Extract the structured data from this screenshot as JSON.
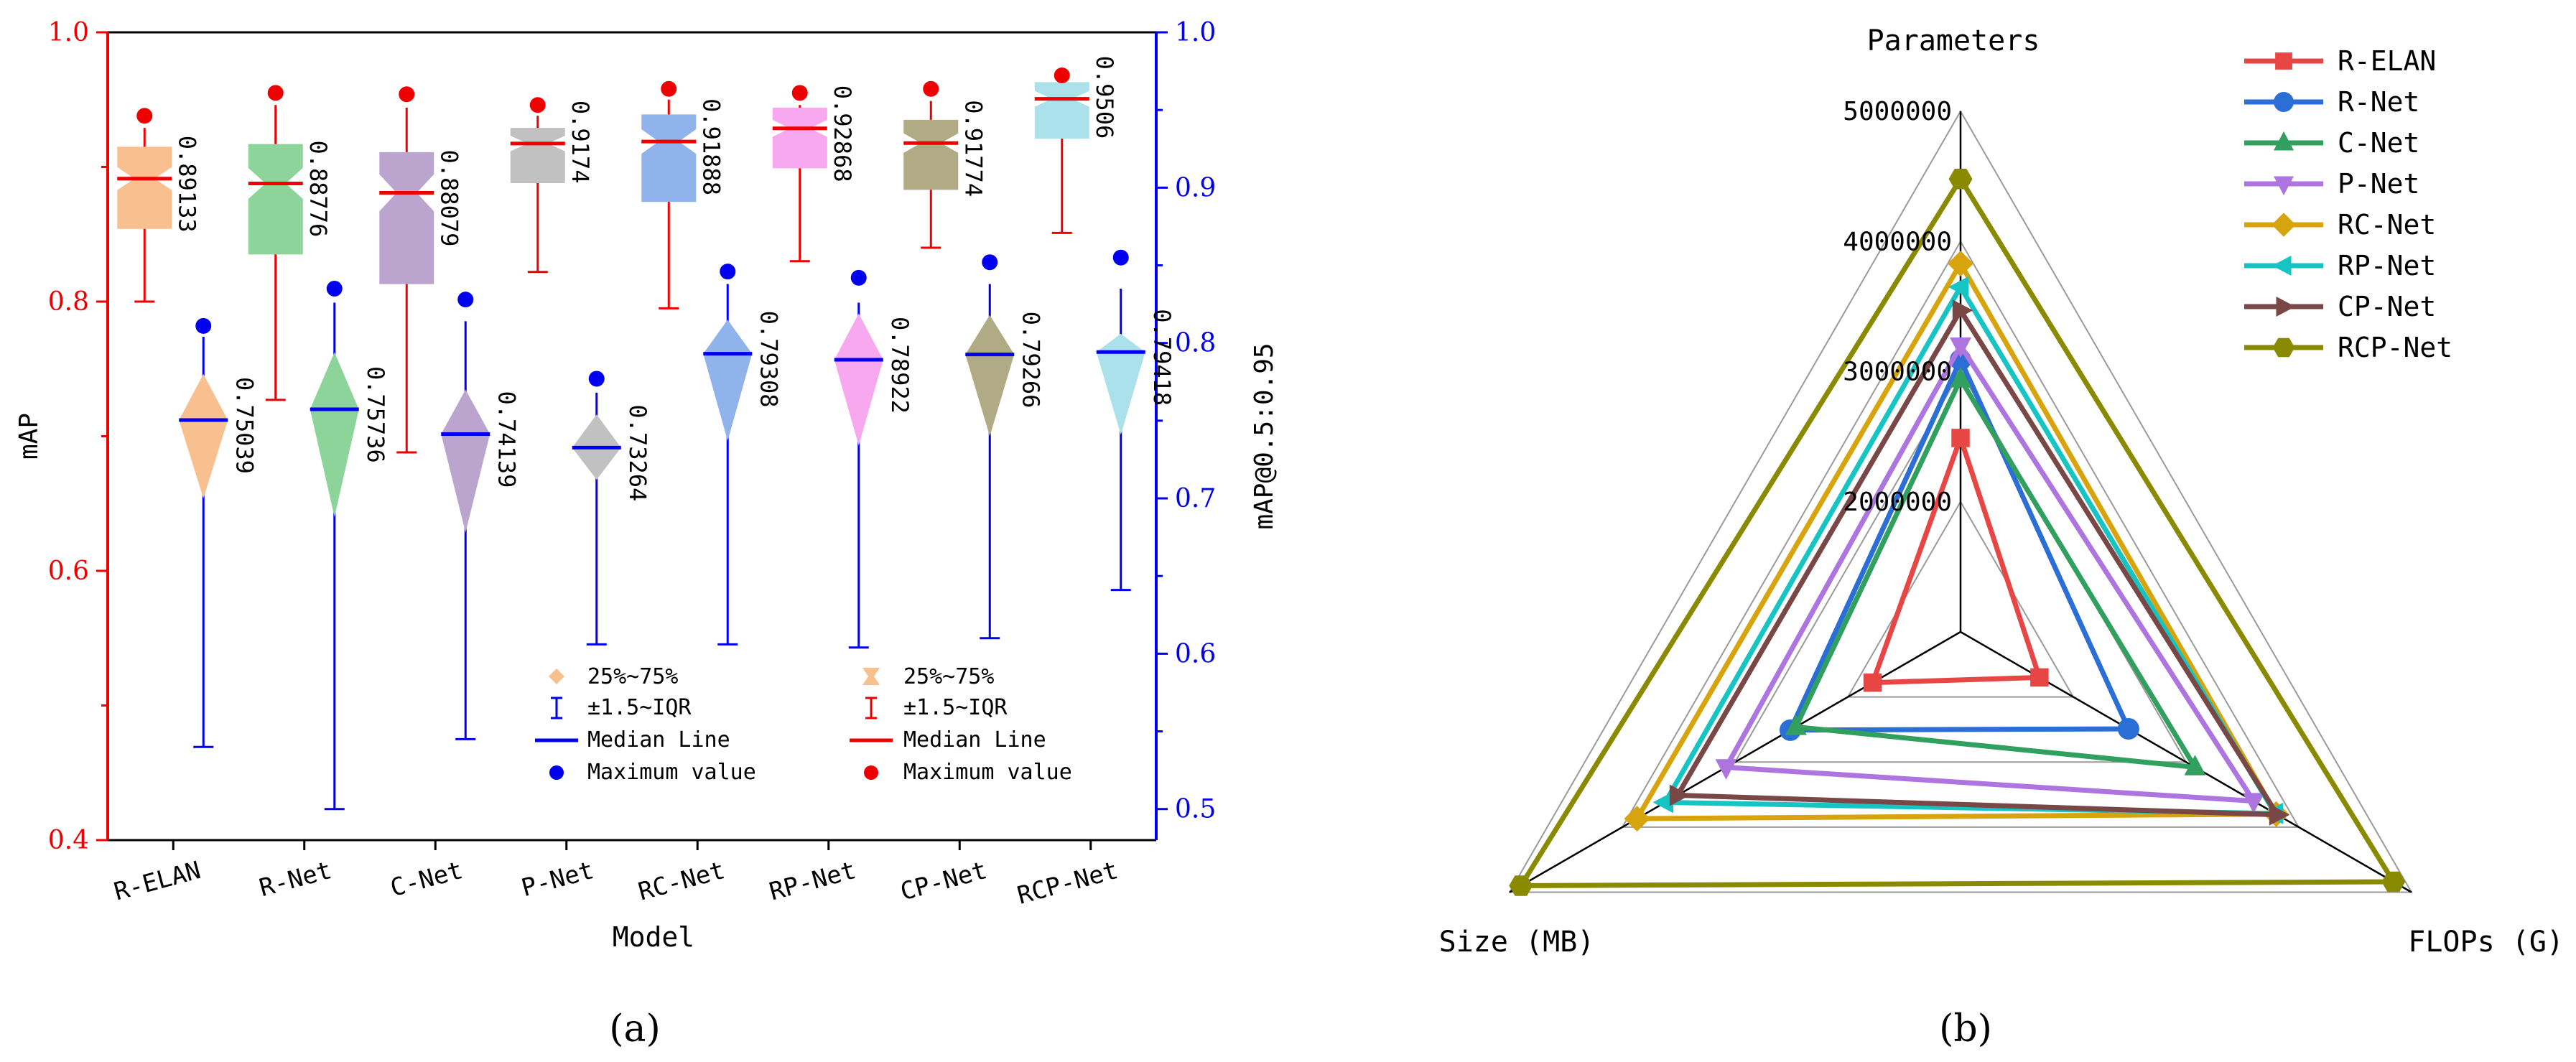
{
  "panel_a": {
    "caption": "(a)",
    "legend": {
      "left": {
        "box": "25%~75%",
        "whisker": "±1.5~IQR",
        "median": "Median Line",
        "max": "Maximum value",
        "color": "#0000ee"
      },
      "right": {
        "box": "25%~75%",
        "whisker": "±1.5~IQR",
        "median": "Median Line",
        "max": "Maximum value",
        "color": "#ee0000"
      }
    }
  },
  "panel_b": {
    "caption": "(b)"
  },
  "chart_data": [
    {
      "type": "box",
      "xlabel": "Model",
      "ylabel": "mAP",
      "y2label": "mAP@0.5:0.95",
      "ylim": [
        0.4,
        1.0
      ],
      "y2lim": [
        0.48,
        1.0
      ],
      "yticks": [
        "0.4",
        "0.6",
        "0.8",
        "1.0"
      ],
      "y2ticks": [
        "0.5",
        "0.6",
        "0.7",
        "0.8",
        "0.9",
        "1.0"
      ],
      "categories": [
        "R-ELAN",
        "R-Net",
        "C-Net",
        "P-Net",
        "RC-Net",
        "RP-Net",
        "CP-Net",
        "RCP-Net"
      ],
      "colors": [
        "#f9c08f",
        "#8dd49a",
        "#bba5cf",
        "#c1c1c1",
        "#8fb3ea",
        "#f7a8ee",
        "#b0aa85",
        "#abe1ea"
      ],
      "series": [
        {
          "name": "mAP",
          "axis": "left",
          "color": "#ee0000",
          "medians": [
            0.89133,
            0.88776,
            0.88079,
            0.9174,
            0.91888,
            0.92868,
            0.91774,
            0.9506
          ],
          "median_labels": [
            "0.89133",
            "0.88776",
            "0.88079",
            "0.9174",
            "0.91888",
            "0.92868",
            "0.91774",
            "0.9506"
          ],
          "q1": [
            0.854,
            0.835,
            0.813,
            0.888,
            0.874,
            0.899,
            0.883,
            0.921
          ],
          "q3": [
            0.915,
            0.917,
            0.911,
            0.929,
            0.939,
            0.944,
            0.935,
            0.963
          ],
          "whisker_low": [
            0.8,
            0.727,
            0.688,
            0.822,
            0.795,
            0.83,
            0.84,
            0.851
          ],
          "whisker_high": [
            0.929,
            0.946,
            0.944,
            0.938,
            0.95,
            0.946,
            0.949,
            0.961
          ],
          "max": [
            0.938,
            0.955,
            0.954,
            0.946,
            0.958,
            0.955,
            0.958,
            0.968
          ]
        },
        {
          "name": "mAP@0.5:0.95",
          "axis": "right",
          "color": "#0000ee",
          "medians": [
            0.75039,
            0.75736,
            0.74139,
            0.73264,
            0.79308,
            0.78922,
            0.79266,
            0.79418
          ],
          "median_labels": [
            "0.75039",
            "0.75736",
            "0.74139",
            "0.73264",
            "0.79308",
            "0.78922",
            "0.79266",
            "0.79418"
          ],
          "q1": [
            0.7,
            0.688,
            0.678,
            0.712,
            0.737,
            0.734,
            0.74,
            0.741
          ],
          "q3": [
            0.78,
            0.794,
            0.77,
            0.754,
            0.815,
            0.819,
            0.818,
            0.806
          ],
          "whisker_low": [
            0.54,
            0.5,
            0.545,
            0.606,
            0.606,
            0.604,
            0.61,
            0.641
          ],
          "whisker_high": [
            0.804,
            0.826,
            0.814,
            0.768,
            0.838,
            0.826,
            0.838,
            0.835
          ],
          "max": [
            0.811,
            0.835,
            0.828,
            0.777,
            0.846,
            0.842,
            0.852,
            0.855
          ]
        }
      ]
    },
    {
      "type": "radar",
      "axes": [
        "Parameters",
        "FLOPs (G)",
        "Size (MB)"
      ],
      "r_ticks": [
        "2000000",
        "3000000",
        "4000000",
        "5000000"
      ],
      "r_range": [
        1000000,
        5000000
      ],
      "series": [
        {
          "name": "R-ELAN",
          "color": "#e84545",
          "marker": "square",
          "values": [
            2490000,
            1700000,
            1780000
          ]
        },
        {
          "name": "R-Net",
          "color": "#2a6ed6",
          "marker": "circle",
          "values": [
            3090000,
            2490000,
            2510000
          ]
        },
        {
          "name": "C-Net",
          "color": "#31a05f",
          "marker": "triangle-up",
          "values": [
            2940000,
            3080000,
            2460000
          ]
        },
        {
          "name": "P-Net",
          "color": "#ae74e0",
          "marker": "triangle-down",
          "values": [
            3200000,
            3600000,
            3080000
          ]
        },
        {
          "name": "RC-Net",
          "color": "#d8a40e",
          "marker": "diamond",
          "values": [
            3830000,
            3800000,
            3870000
          ]
        },
        {
          "name": "RP-Net",
          "color": "#17c4c4",
          "marker": "triangle-left",
          "values": [
            3650000,
            3790000,
            3620000
          ]
        },
        {
          "name": "CP-Net",
          "color": "#7a4747",
          "marker": "triangle-right",
          "values": [
            3470000,
            3810000,
            3510000
          ]
        },
        {
          "name": "RCP-Net",
          "color": "#8a8a00",
          "marker": "hexagon",
          "values": [
            4480000,
            4840000,
            4900000
          ]
        }
      ]
    }
  ]
}
